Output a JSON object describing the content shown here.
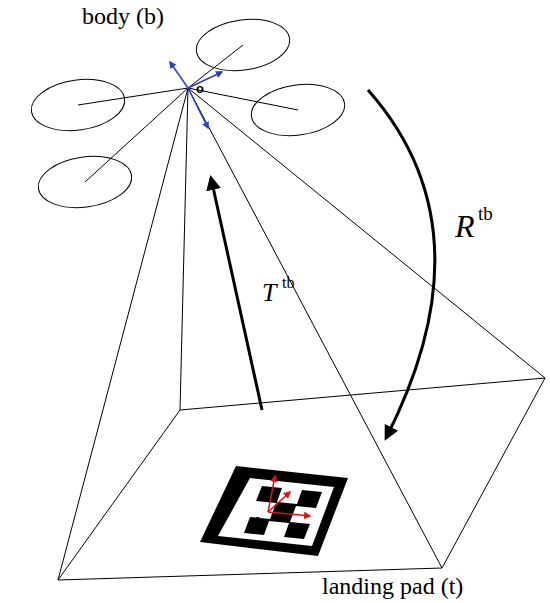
{
  "diagram": {
    "labels": [
      "body (b)",
      "o",
      "T",
      "tb",
      "R",
      "tb",
      "o",
      "landing pad (t)"
    ]
  }
}
